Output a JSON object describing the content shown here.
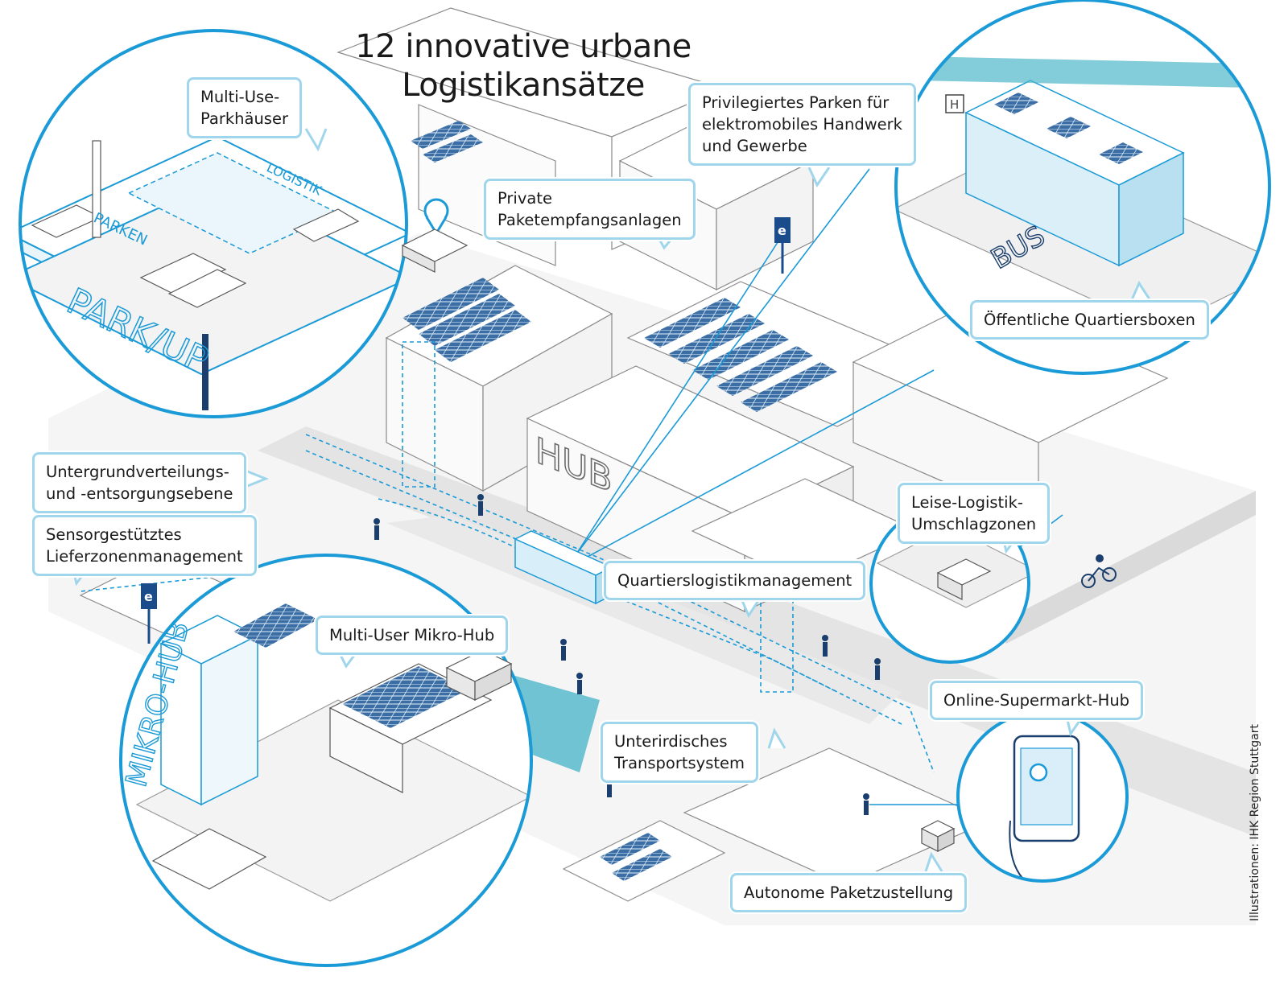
{
  "title": {
    "line1": "12 innovative urbane",
    "line2": "Logistikansätze"
  },
  "labels": {
    "multi_use_parkhaeuser": [
      "Multi-Use-",
      "Parkhäuser"
    ],
    "privilegiertes_parken": [
      "Privilegiertes Parken für",
      "elektromobiles Handwerk",
      "und Gewerbe"
    ],
    "private_paketempfang": [
      "Private",
      "Paketempfangsanlagen"
    ],
    "oeffentliche_quartiersboxen": [
      "Öffentliche Quartiersboxen"
    ],
    "untergrundverteilung": [
      "Untergrundverteilungs-",
      "und -entsorgungsebene"
    ],
    "sensorgestuetzt": [
      "Sensorgestütztes",
      "Lieferzonenmanagement"
    ],
    "leise_logistik": [
      "Leise-Logistik-",
      "Umschlagzonen"
    ],
    "quartierslogistik": [
      "Quartierslogistikmanagement"
    ],
    "multi_user_mikrohub": [
      "Multi-User Mikro-Hub"
    ],
    "online_supermarkt": [
      "Online-Supermarkt-Hub"
    ],
    "unterirdisches_transport": [
      "Unterirdisches",
      "Transportsystem"
    ],
    "autonome_paket": [
      "Autonome Paketzustellung"
    ]
  },
  "illustration_text": {
    "park_up": "PARK/UP",
    "parken": "PARKEN",
    "logistik": "LOGISTIK",
    "hub": "HUB",
    "mikro_hub": "MIKRO-HUB",
    "bus": "BUS",
    "haltestelle": "H",
    "e_charging_1": "e",
    "e_charging_2": "e"
  },
  "credit": "Illustrationen: IHK Region Stuttgart",
  "colors": {
    "accent": "#1a9ad6",
    "accent_light": "#9fd6ec",
    "line": "#8a8a8a",
    "fill": "#f2f2f2",
    "text": "#1a1a1a"
  }
}
